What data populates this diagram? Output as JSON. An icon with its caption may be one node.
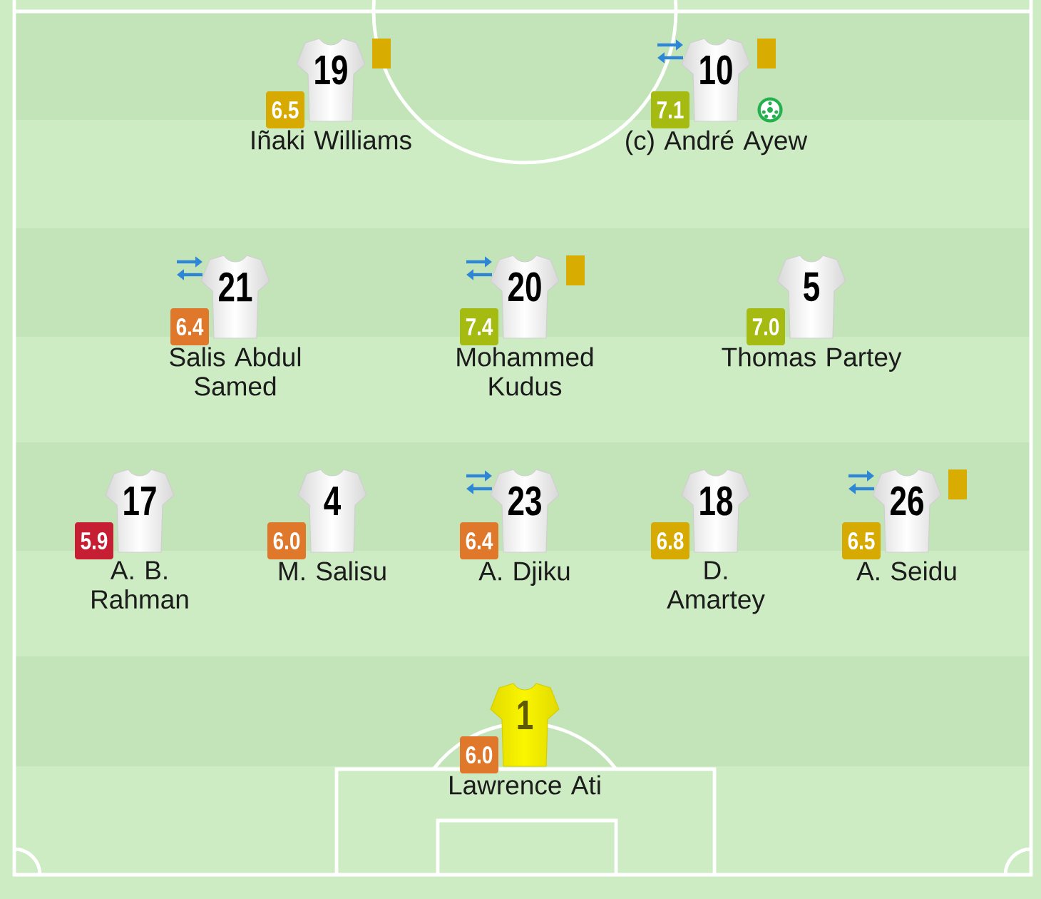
{
  "diagram": {
    "nodes": [
      {
        "text": [
          "19"
        ],
        "beside": [
          "Iñaki Williams"
        ]
      },
      {
        "text": [
          "6.5"
        ]
      },
      {
        "text": [
          "10"
        ],
        "beside": [
          "(c) André Ayew"
        ]
      },
      {
        "text": [
          "7.1"
        ]
      },
      {
        "text": [
          "21"
        ],
        "beside": [
          "Salis Abdul Samed"
        ]
      },
      {
        "text": [
          "6.4"
        ]
      },
      {
        "text": [
          "20"
        ],
        "beside": [
          "Mohammed Kudus"
        ]
      },
      {
        "text": [
          "7.4"
        ]
      },
      {
        "text": [
          "5"
        ],
        "beside": [
          "Thomas Partey"
        ]
      },
      {
        "text": [
          "7.0"
        ]
      },
      {
        "text": [
          "17"
        ],
        "beside": [
          "A. B. Rahman"
        ]
      },
      {
        "text": [
          "5.9"
        ]
      },
      {
        "text": [
          "4"
        ],
        "beside": [
          "M. Salisu"
        ]
      },
      {
        "text": [
          "6.0"
        ]
      },
      {
        "text": [
          "23"
        ],
        "beside": [
          "A. Djiku"
        ]
      },
      {
        "text": [
          "6.4"
        ]
      },
      {
        "text": [
          "18"
        ],
        "beside": [
          "D. Amartey"
        ]
      },
      {
        "text": [
          "6.8"
        ]
      },
      {
        "text": [
          "26"
        ],
        "beside": [
          "A. Seidu"
        ]
      },
      {
        "text": [
          "6.5"
        ]
      },
      {
        "text": [
          "1"
        ],
        "beside": [
          "Lawrence Ati"
        ]
      },
      {
        "text": [
          "6.0"
        ]
      }
    ]
  }
}
